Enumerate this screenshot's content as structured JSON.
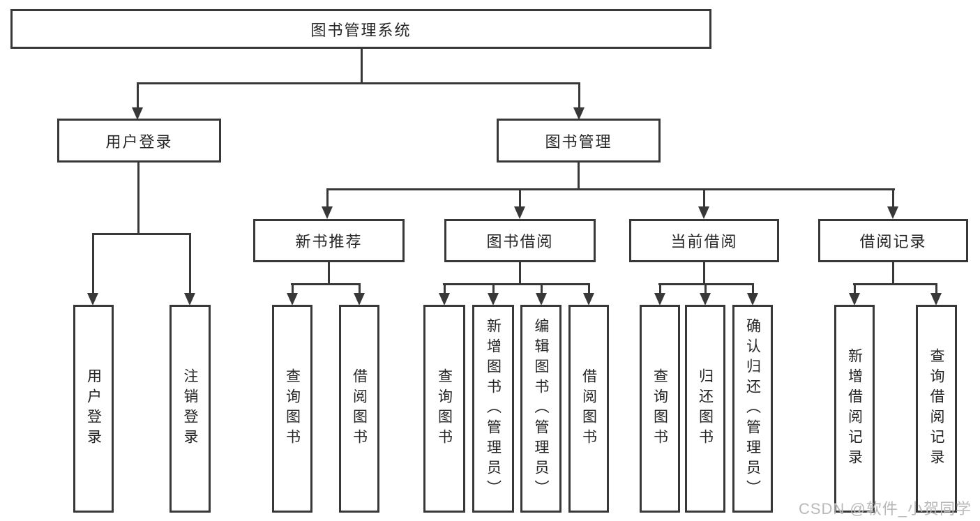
{
  "colors": {
    "line": "#383838",
    "text": "#262626",
    "box_bg": "#ffffff",
    "watermark": "#b9b9b9"
  },
  "watermark": {
    "text": "CSDN @软件_小贺同学"
  },
  "tree": {
    "root": {
      "label": "图书管理系统"
    },
    "branches": [
      {
        "label": "用户登录",
        "children": [
          {
            "label": "用户登录"
          },
          {
            "label": "注销登录"
          }
        ]
      },
      {
        "label": "图书管理",
        "children": [
          {
            "label": "新书推荐",
            "children": [
              {
                "label": "查询图书"
              },
              {
                "label": "借阅图书"
              }
            ]
          },
          {
            "label": "图书借阅",
            "children": [
              {
                "label": "查询图书"
              },
              {
                "label": "新增图书（管理员）"
              },
              {
                "label": "编辑图书（管理员）"
              },
              {
                "label": "借阅图书"
              }
            ]
          },
          {
            "label": "当前借阅",
            "children": [
              {
                "label": "查询图书"
              },
              {
                "label": "归还图书"
              },
              {
                "label": "确认归还（管理员）"
              }
            ]
          },
          {
            "label": "借阅记录",
            "children": [
              {
                "label": "新增借阅记录"
              },
              {
                "label": "查询借阅记录"
              }
            ]
          }
        ]
      }
    ]
  }
}
